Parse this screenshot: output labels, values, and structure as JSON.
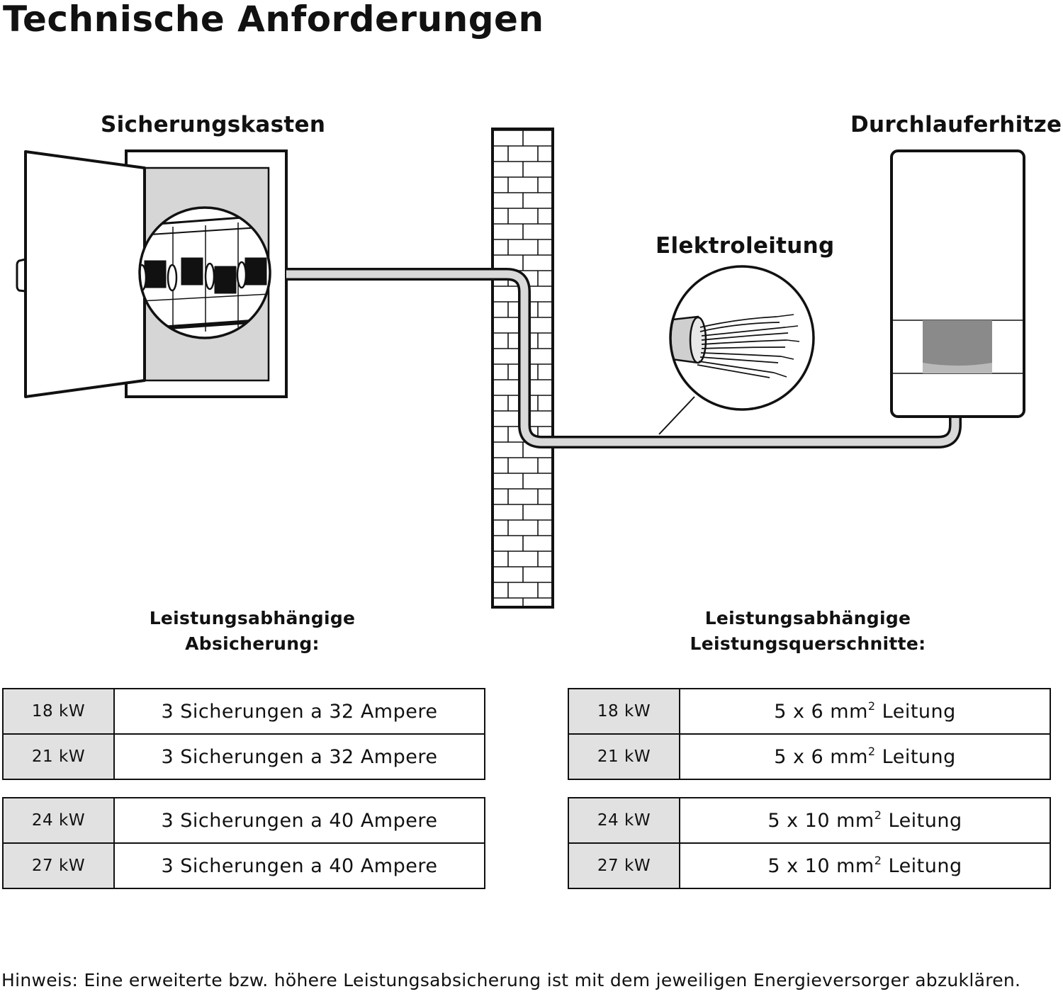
{
  "title": "Technische Anforderungen",
  "labels": {
    "fuse_box": "Sicherungskasten",
    "water_heater": "Durchlauferhitzer",
    "cable": "Elektroleitung"
  },
  "left_section": {
    "heading_line1": "Leistungsabhängige",
    "heading_line2": "Absicherung:",
    "groups": [
      [
        {
          "kw": "18 kW",
          "desc": "3 Sicherungen a 32 Ampere"
        },
        {
          "kw": "21 kW",
          "desc": "3 Sicherungen a 32 Ampere"
        }
      ],
      [
        {
          "kw": "24 kW",
          "desc": "3 Sicherungen a 40 Ampere"
        },
        {
          "kw": "27 kW",
          "desc": "3 Sicherungen a 40 Ampere"
        }
      ]
    ]
  },
  "right_section": {
    "heading_line1": "Leistungsabhängige",
    "heading_line2": "Leistungsquerschnitte:",
    "unit_sup": "2",
    "groups": [
      [
        {
          "kw": "18 kW",
          "desc_pre": "5 x 6 mm",
          "desc_post": " Leitung"
        },
        {
          "kw": "21 kW",
          "desc_pre": "5 x 6 mm",
          "desc_post": " Leitung"
        }
      ],
      [
        {
          "kw": "24 kW",
          "desc_pre": "5 x 10 mm",
          "desc_post": " Leitung"
        },
        {
          "kw": "27 kW",
          "desc_pre": "5 x 10 mm",
          "desc_post": " Leitung"
        }
      ]
    ]
  },
  "note": "Hinweis: Eine erweiterte bzw. höhere Leistungsabsicherung ist mit dem jeweiligen Energieversorger abzuklären.",
  "colors": {
    "ink": "#111111",
    "panel_gray": "#d6d6d6",
    "cell_gray": "#e1e1e1",
    "display_gray": "#8a8a8a",
    "cable_gray": "#d9d9d9"
  }
}
